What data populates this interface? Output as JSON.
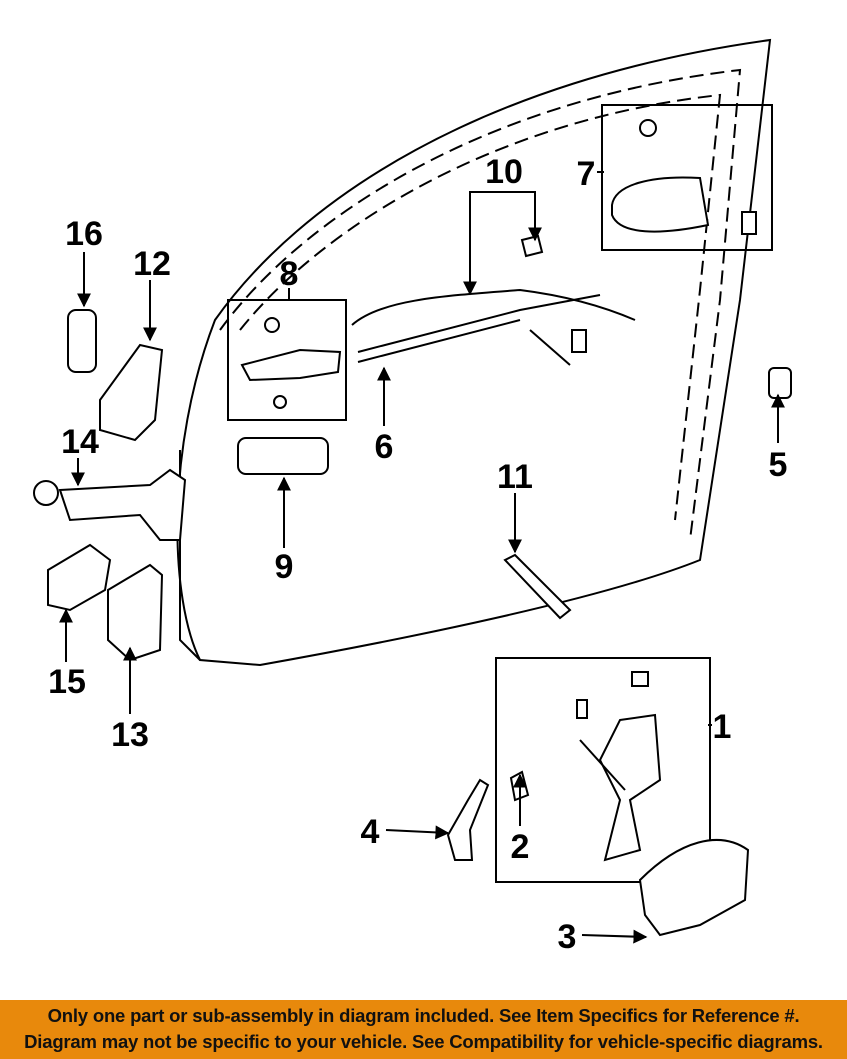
{
  "diagram": {
    "callouts": [
      "1",
      "2",
      "3",
      "4",
      "5",
      "6",
      "7",
      "8",
      "9",
      "10",
      "11",
      "12",
      "13",
      "14",
      "15",
      "16"
    ]
  },
  "banner": {
    "line1": "Only one part or sub-assembly in diagram included. See Item Specifics for Reference #.",
    "line2": "Diagram may not be specific to your vehicle. See Compatibility for vehicle-specific diagrams.",
    "color": "#E8890C"
  }
}
